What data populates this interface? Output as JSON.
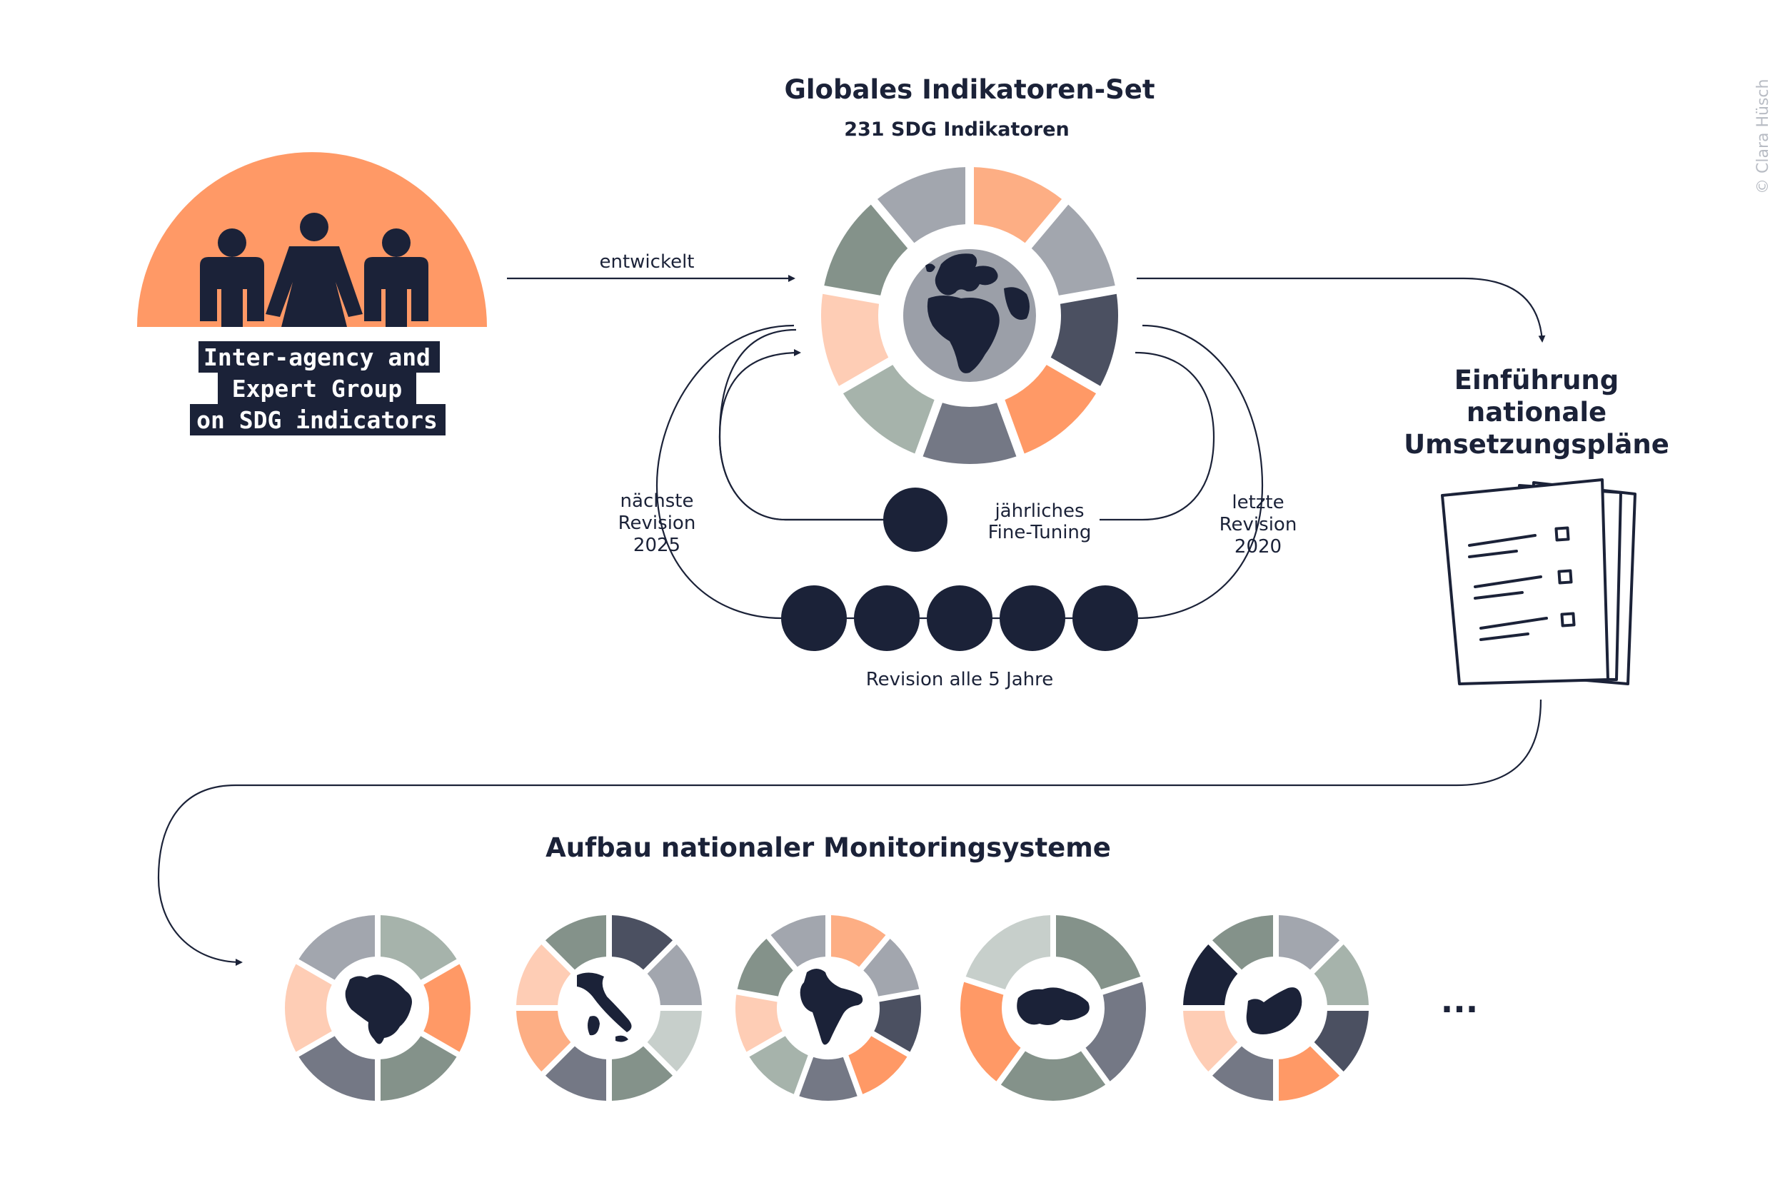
{
  "top_title": "Globales Indikatoren-Set",
  "top_subtitle": "231 SDG Indikatoren",
  "iaeg": {
    "line1": "Inter-agency and",
    "line2": "Expert Group",
    "line3": "on SDG indicators"
  },
  "arrow_label": "entwickelt",
  "annual": {
    "line1": "jährliches",
    "line2": "Fine-Tuning"
  },
  "next_revision": {
    "line1": "nächste",
    "line2": "Revision",
    "line3": "2025"
  },
  "last_revision": {
    "line1": "letzte",
    "line2": "Revision",
    "line3": "2020"
  },
  "revision_caption": "Revision alle 5 Jahre",
  "implementation": {
    "line1": "Einführung",
    "line2": "nationale",
    "line3": "Umsetzungspläne"
  },
  "monitoring_title": "Aufbau nationaler Monitoringsysteme",
  "ellipsis": "...",
  "copyright": "© Clara Hüsch",
  "colors": {
    "navy": "#1b2238",
    "orange": "#ff9966",
    "orange_mid": "#fdae84",
    "peach": "#fecdb5",
    "gray_light": "#a2a6ae",
    "gray_mid": "#747885",
    "slate": "#4b5061",
    "sage": "#84928a",
    "sage_light": "#a6b3ab",
    "sage_pale": "#c7cfcb",
    "globe_ocean": "#9b9fa8"
  },
  "globe_segments": [
    "orange_mid",
    "gray_light",
    "slate",
    "orange",
    "gray_mid",
    "sage_light",
    "peach",
    "sage",
    "gray_light"
  ],
  "countries": [
    {
      "icon": "brazil-icon",
      "segments": [
        "sage_light",
        "orange",
        "sage",
        "gray_mid",
        "peach",
        "gray_light"
      ]
    },
    {
      "icon": "italy-icon",
      "segments": [
        "slate",
        "gray_light",
        "sage_pale",
        "sage",
        "gray_mid",
        "orange_mid",
        "peach",
        "sage"
      ]
    },
    {
      "icon": "india-icon",
      "segments": [
        "orange_mid",
        "gray_light",
        "slate",
        "orange",
        "gray_mid",
        "sage_light",
        "peach",
        "sage",
        "gray_light"
      ]
    },
    {
      "icon": "switzerland-icon",
      "segments": [
        "sage",
        "gray_mid",
        "sage",
        "orange",
        "sage_pale"
      ]
    },
    {
      "icon": "south-africa-icon",
      "segments": [
        "gray_light",
        "sage_light",
        "slate",
        "orange",
        "gray_mid",
        "peach",
        "navy",
        "sage"
      ]
    }
  ]
}
